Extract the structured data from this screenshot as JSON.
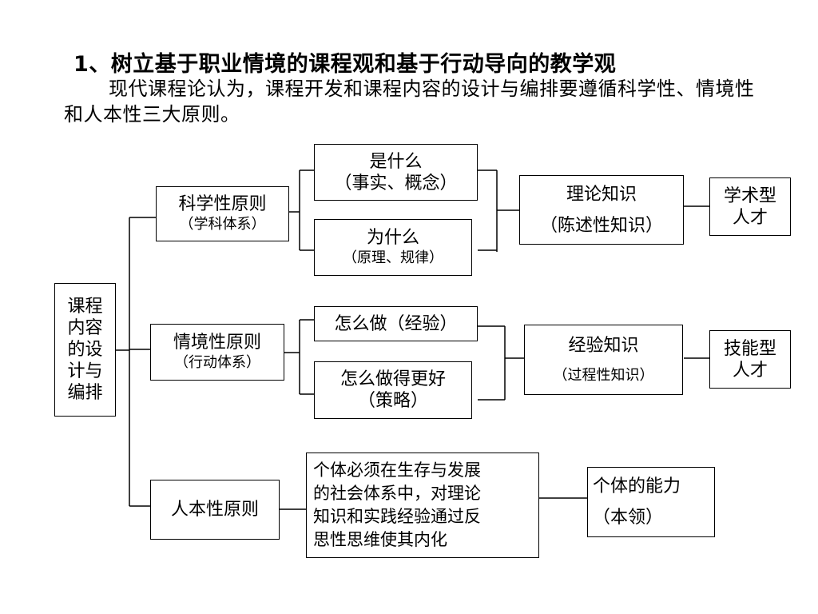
{
  "title": "1、树立基于职业情境的课程观和基于行动导向的教学观",
  "intro": "现代课程论认为，课程开发和课程内容的设计与编排要遵循科学性、情境性和人本性三大原则。",
  "root": {
    "lines": [
      "课程",
      "内容",
      "的设",
      "计与",
      "编排"
    ]
  },
  "principles": {
    "science": {
      "label": "科学性原则",
      "sub": "（学科体系）"
    },
    "context": {
      "label": "情境性原则",
      "sub": "（行动体系）"
    },
    "humanity": {
      "label": "人本性原则"
    }
  },
  "science_items": {
    "what": {
      "label": "是什么",
      "sub": "（事实、概念）"
    },
    "why": {
      "label": "为什么",
      "sub": "（原理、规律）"
    }
  },
  "context_items": {
    "how": {
      "label": "怎么做（经验）"
    },
    "better": {
      "label": "怎么做得更好",
      "sub": "（策略）"
    }
  },
  "knowledge": {
    "theory": {
      "label": "理论知识",
      "sub": "（陈述性知识）"
    },
    "experience": {
      "label": "经验知识",
      "sub": "（过程性知识）"
    }
  },
  "talent": {
    "academic": {
      "lines": [
        "学术型",
        "人才"
      ]
    },
    "skill": {
      "lines": [
        "技能型",
        "人才"
      ]
    }
  },
  "humanity_desc": {
    "lines": [
      "个体必须在生存与发展",
      "的社会体系中，对理论",
      "知识和实践经验通过反",
      "思性思维使其内化"
    ]
  },
  "ability": {
    "label": "个体的能力",
    "sub": "（本领）"
  }
}
